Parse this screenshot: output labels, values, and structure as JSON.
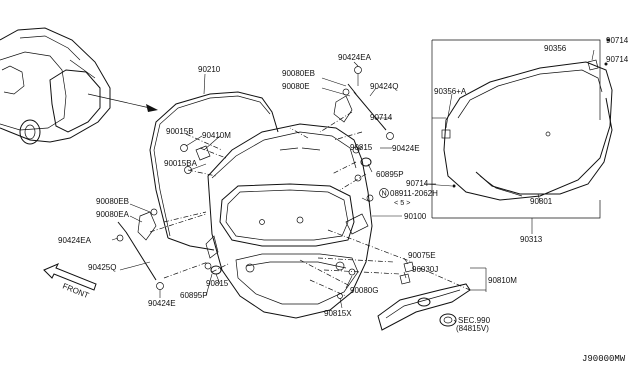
{
  "diagram_code": "J90000MW",
  "front_label": "FRONT",
  "parts": {
    "p90210": "90210",
    "p90424EA_top": "90424EA",
    "p90080EB_top": "90080EB",
    "p90080E": "90080E",
    "p90424Q": "90424Q",
    "p90015B": "90015B",
    "p90410M": "90410M",
    "p90015BA": "90015BA",
    "p90714_mid": "90714",
    "p90815_top": "90815",
    "p90424E_right": "90424E",
    "p60895P_right": "60895P",
    "p08911": "08911-2062H",
    "p08911_qty": "< 5 >",
    "p90714_lower": "90714",
    "p90100": "90100",
    "p90080EB_left": "90080EB",
    "p90080EA": "90080EA",
    "p90424EA_left": "90424EA",
    "p90425Q": "90425Q",
    "p90424E_left": "90424E",
    "p60895P_bottom": "60895P",
    "p90815_bottom": "90815",
    "p90075E": "90075E",
    "p96030J": "96030J",
    "p90810M": "90810M",
    "p90080G": "90080G",
    "p90815X": "90815X",
    "sec990": "SEC.990",
    "sec990_ref": "(84815V)",
    "p90356": "90356",
    "p90714_tr1": "90714",
    "p90714_tr2": "90714",
    "p90356A": "90356+A",
    "p90801": "90801",
    "p90313": "90313"
  }
}
